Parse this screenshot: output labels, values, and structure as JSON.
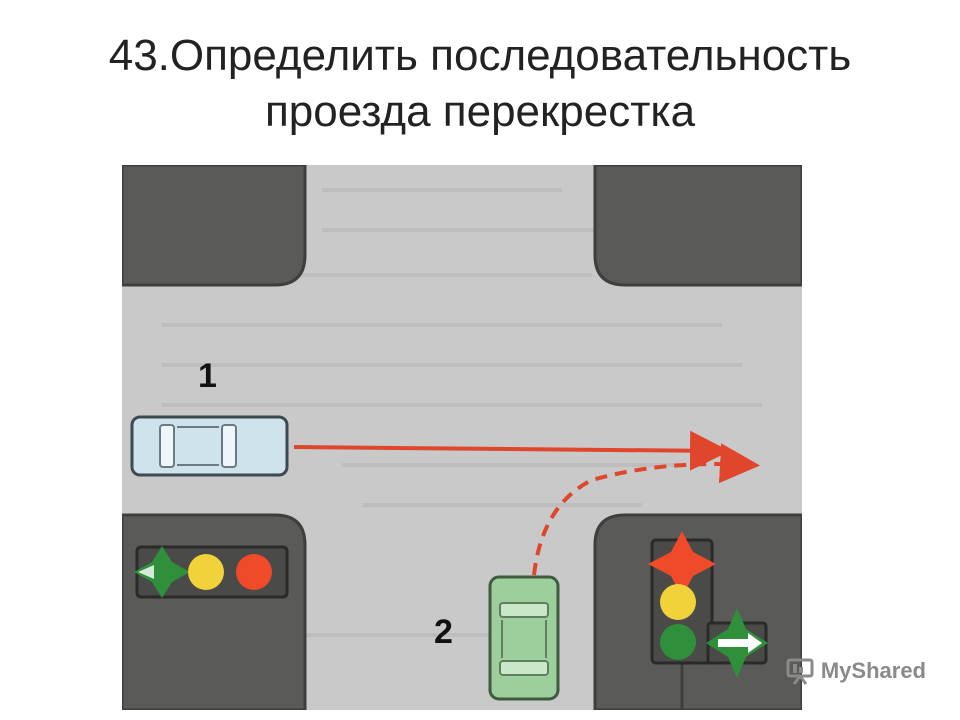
{
  "title": {
    "line1": "43.Определить последовательность",
    "line2": "проезда перекрестка"
  },
  "diagram": {
    "vehicle_1_label": "1",
    "vehicle_2_label": "2",
    "vehicle_1_color": "#cfe3ec",
    "vehicle_2_color": "#9ccf9c",
    "arrow_color": "#e0462b",
    "road_color": "#c9c9c9",
    "block_color": "#5a5a58",
    "traffic_light_left": [
      "green-arrow-left",
      "yellow",
      "red"
    ],
    "traffic_light_right": [
      "red",
      "yellow",
      "green",
      "green-arrow-right"
    ]
  },
  "watermark": {
    "text": "MyShared",
    "icon": "presentation-board-icon"
  }
}
